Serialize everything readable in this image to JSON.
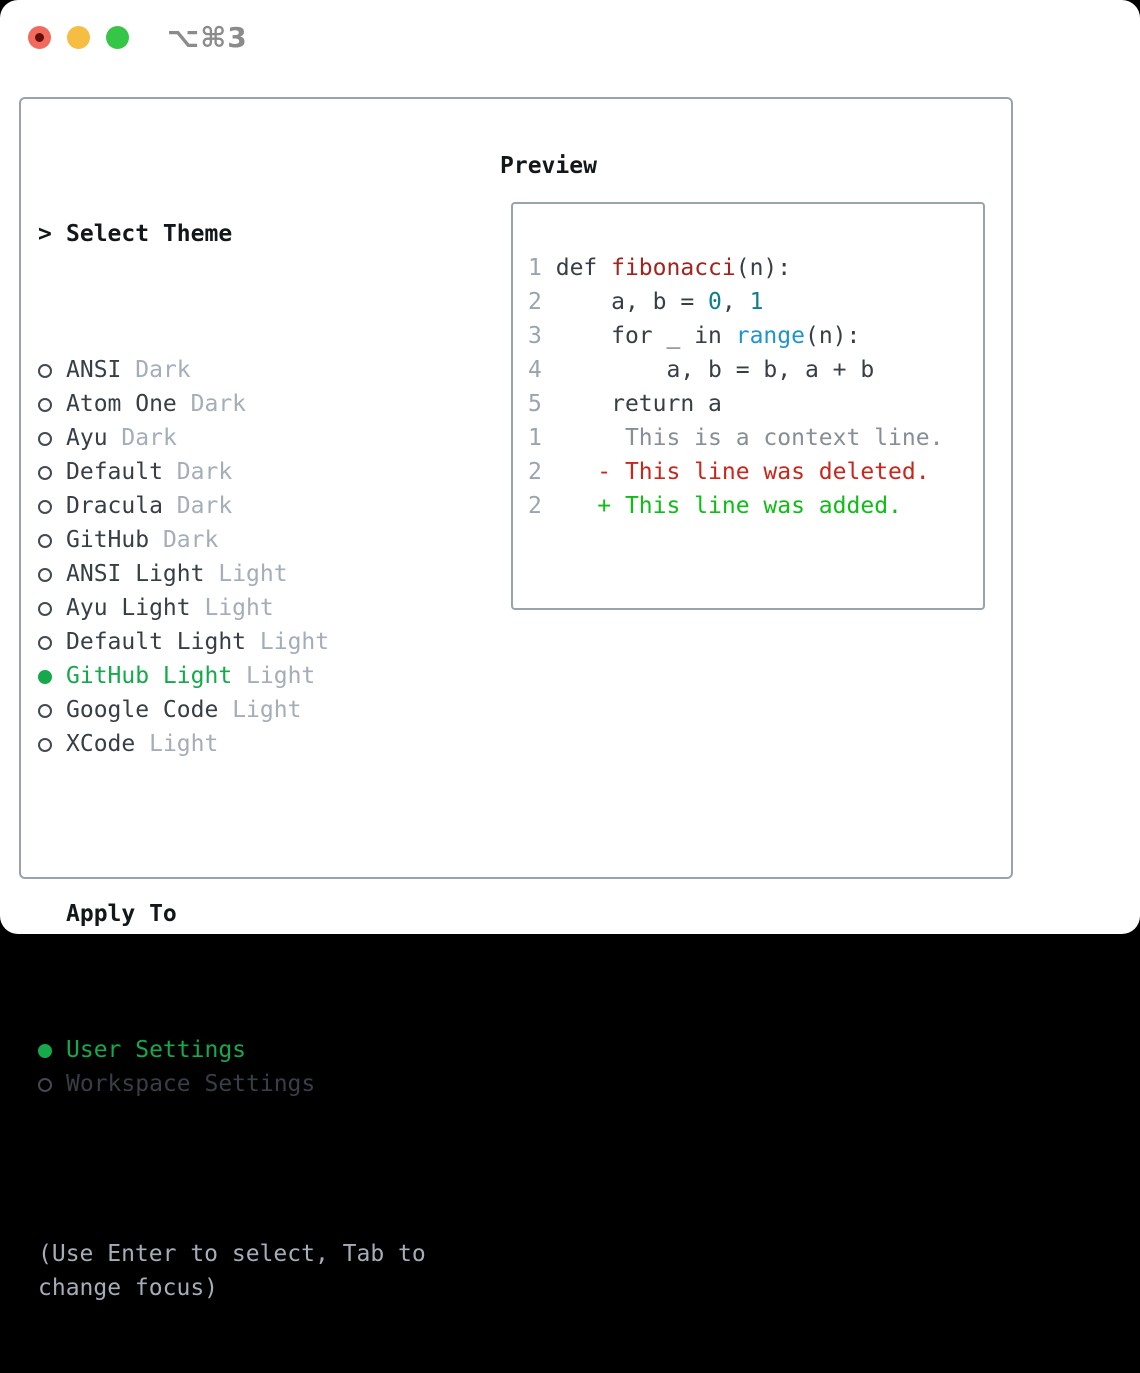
{
  "window": {
    "title": "⌥⌘3",
    "traffic_lights": [
      "close",
      "minimize",
      "zoom"
    ]
  },
  "theme_panel": {
    "prompt": ">",
    "header": "Select Theme",
    "themes": [
      {
        "name": "ANSI",
        "variant": "Dark",
        "selected": false
      },
      {
        "name": "Atom One",
        "variant": "Dark",
        "selected": false
      },
      {
        "name": "Ayu",
        "variant": "Dark",
        "selected": false
      },
      {
        "name": "Default",
        "variant": "Dark",
        "selected": false
      },
      {
        "name": "Dracula",
        "variant": "Dark",
        "selected": false
      },
      {
        "name": "GitHub",
        "variant": "Dark",
        "selected": false
      },
      {
        "name": "ANSI Light",
        "variant": "Light",
        "selected": false
      },
      {
        "name": "Ayu Light",
        "variant": "Light",
        "selected": false
      },
      {
        "name": "Default Light",
        "variant": "Light",
        "selected": false
      },
      {
        "name": "GitHub Light",
        "variant": "Light",
        "selected": true
      },
      {
        "name": "Google Code",
        "variant": "Light",
        "selected": false
      },
      {
        "name": "XCode",
        "variant": "Light",
        "selected": false
      }
    ],
    "apply_to": {
      "header": "Apply To",
      "options": [
        {
          "label": "User Settings",
          "selected": true
        },
        {
          "label": "Workspace Settings",
          "selected": false
        }
      ]
    },
    "hint": "(Use Enter to select, Tab to change focus)"
  },
  "preview": {
    "header": "Preview",
    "code_lines": [
      {
        "num": "1",
        "tokens": [
          {
            "t": "def ",
            "c": "p"
          },
          {
            "t": "fibonacci",
            "c": "fn"
          },
          {
            "t": "(n):",
            "c": "p"
          }
        ]
      },
      {
        "num": "2",
        "tokens": [
          {
            "t": "    a, b = ",
            "c": "p"
          },
          {
            "t": "0",
            "c": "num"
          },
          {
            "t": ", ",
            "c": "p"
          },
          {
            "t": "1",
            "c": "num"
          }
        ]
      },
      {
        "num": "3",
        "tokens": [
          {
            "t": "    for _ in ",
            "c": "p"
          },
          {
            "t": "range",
            "c": "bi"
          },
          {
            "t": "(n):",
            "c": "p"
          }
        ]
      },
      {
        "num": "4",
        "tokens": [
          {
            "t": "        a, b = b, a + b",
            "c": "p"
          }
        ]
      },
      {
        "num": "5",
        "tokens": [
          {
            "t": "    return a",
            "c": "p"
          }
        ]
      }
    ],
    "diff_lines": [
      {
        "num": "1",
        "text": "      This is a context line.",
        "kind": "context"
      },
      {
        "num": "2",
        "text": "    - This line was deleted.",
        "kind": "deleted"
      },
      {
        "num": "2",
        "text": "    + This line was added.",
        "kind": "added"
      }
    ]
  },
  "colors": {
    "selected_green": "#16a94c",
    "added_green": "#10bd16",
    "deleted_red": "#c9271b",
    "function_red": "#a3241f",
    "number_teal": "#0e7e8a",
    "builtin_blue": "#1f93d2",
    "muted_gray": "#a4adb8",
    "line_number_gray": "#9aa4b0",
    "text_dark": "#383e46",
    "border_gray": "#9aa3ad",
    "traffic_red": "#f16a5d",
    "traffic_yellow": "#f5bd42",
    "traffic_green": "#35c648"
  }
}
